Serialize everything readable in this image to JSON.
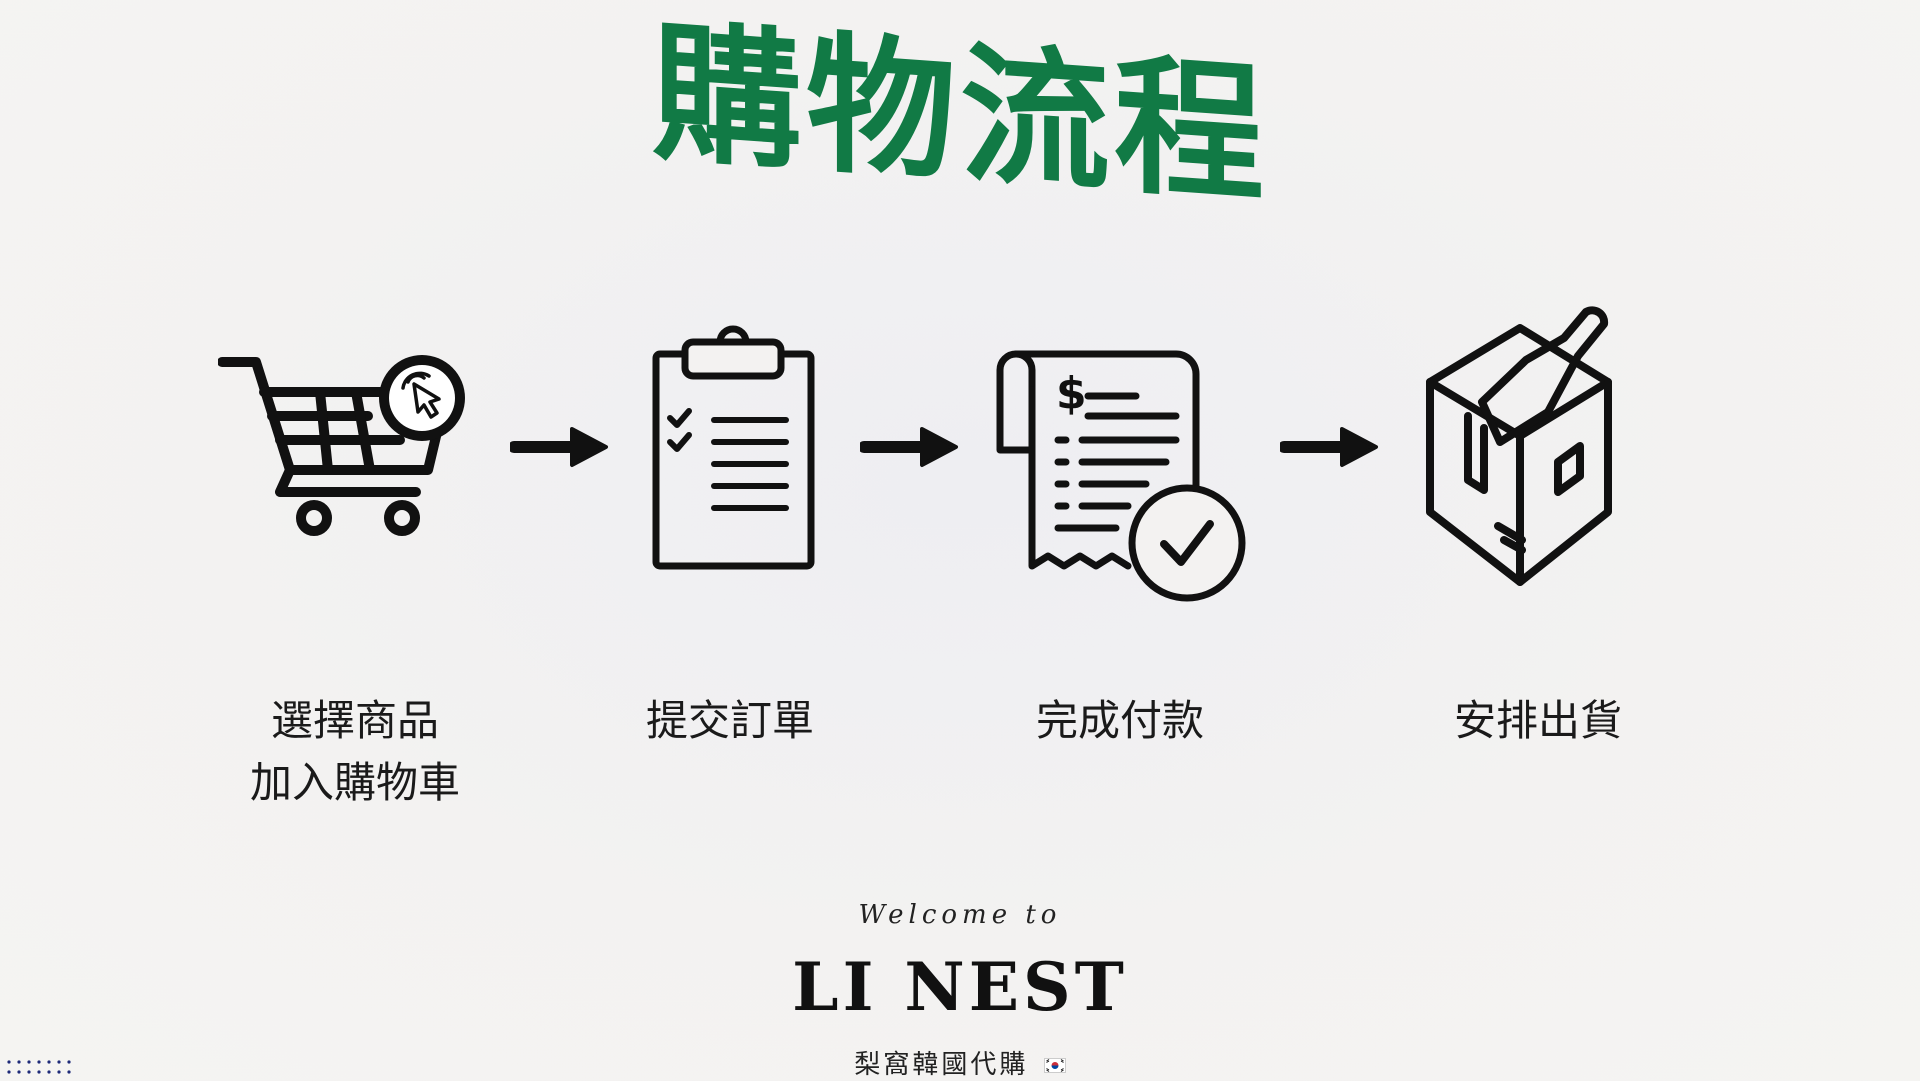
{
  "title": "購物流程",
  "steps": [
    {
      "icon": "shopping-cart-icon",
      "label_line1": "選擇商品",
      "label_line2": "加入購物車"
    },
    {
      "icon": "clipboard-checklist-icon",
      "label_line1": "提交訂單"
    },
    {
      "icon": "receipt-paid-icon",
      "label_line1": "完成付款"
    },
    {
      "icon": "package-box-icon",
      "label_line1": "安排出貨"
    }
  ],
  "arrows": [
    "arrow-right-icon",
    "arrow-right-icon",
    "arrow-right-icon"
  ],
  "footer": {
    "welcome": "Welcome to",
    "brand": "LI NEST",
    "subtitle": "梨窩韓國代購"
  },
  "colors": {
    "title": "#117a45",
    "icon": "#111111",
    "background": "#f3f2f1"
  }
}
